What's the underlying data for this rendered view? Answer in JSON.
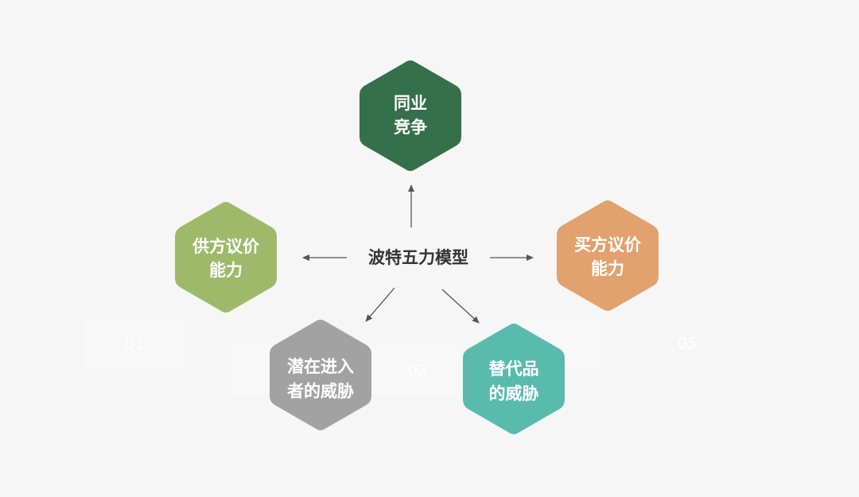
{
  "center": {
    "label": "波特五力模型"
  },
  "forces": [
    {
      "key": "rivalry",
      "line1": "同业",
      "line2": "竞争",
      "color": "#34704a"
    },
    {
      "key": "supplier",
      "line1": "供方议价",
      "line2": "能力",
      "color": "#9eb96a"
    },
    {
      "key": "buyer",
      "line1": "买方议价",
      "line2": "能力",
      "color": "#e1a26d"
    },
    {
      "key": "new-entrants",
      "line1": "潜在进入",
      "line2": "者的威胁",
      "color": "#a2a2a2"
    },
    {
      "key": "substitutes",
      "line1": "替代品",
      "line2": "的威胁",
      "color": "#59bbae"
    }
  ],
  "numbers": {
    "n1": "01",
    "n3": "03",
    "n5": "05"
  },
  "colors": {
    "arrow": "#555555",
    "background": "#f6f6f6"
  }
}
